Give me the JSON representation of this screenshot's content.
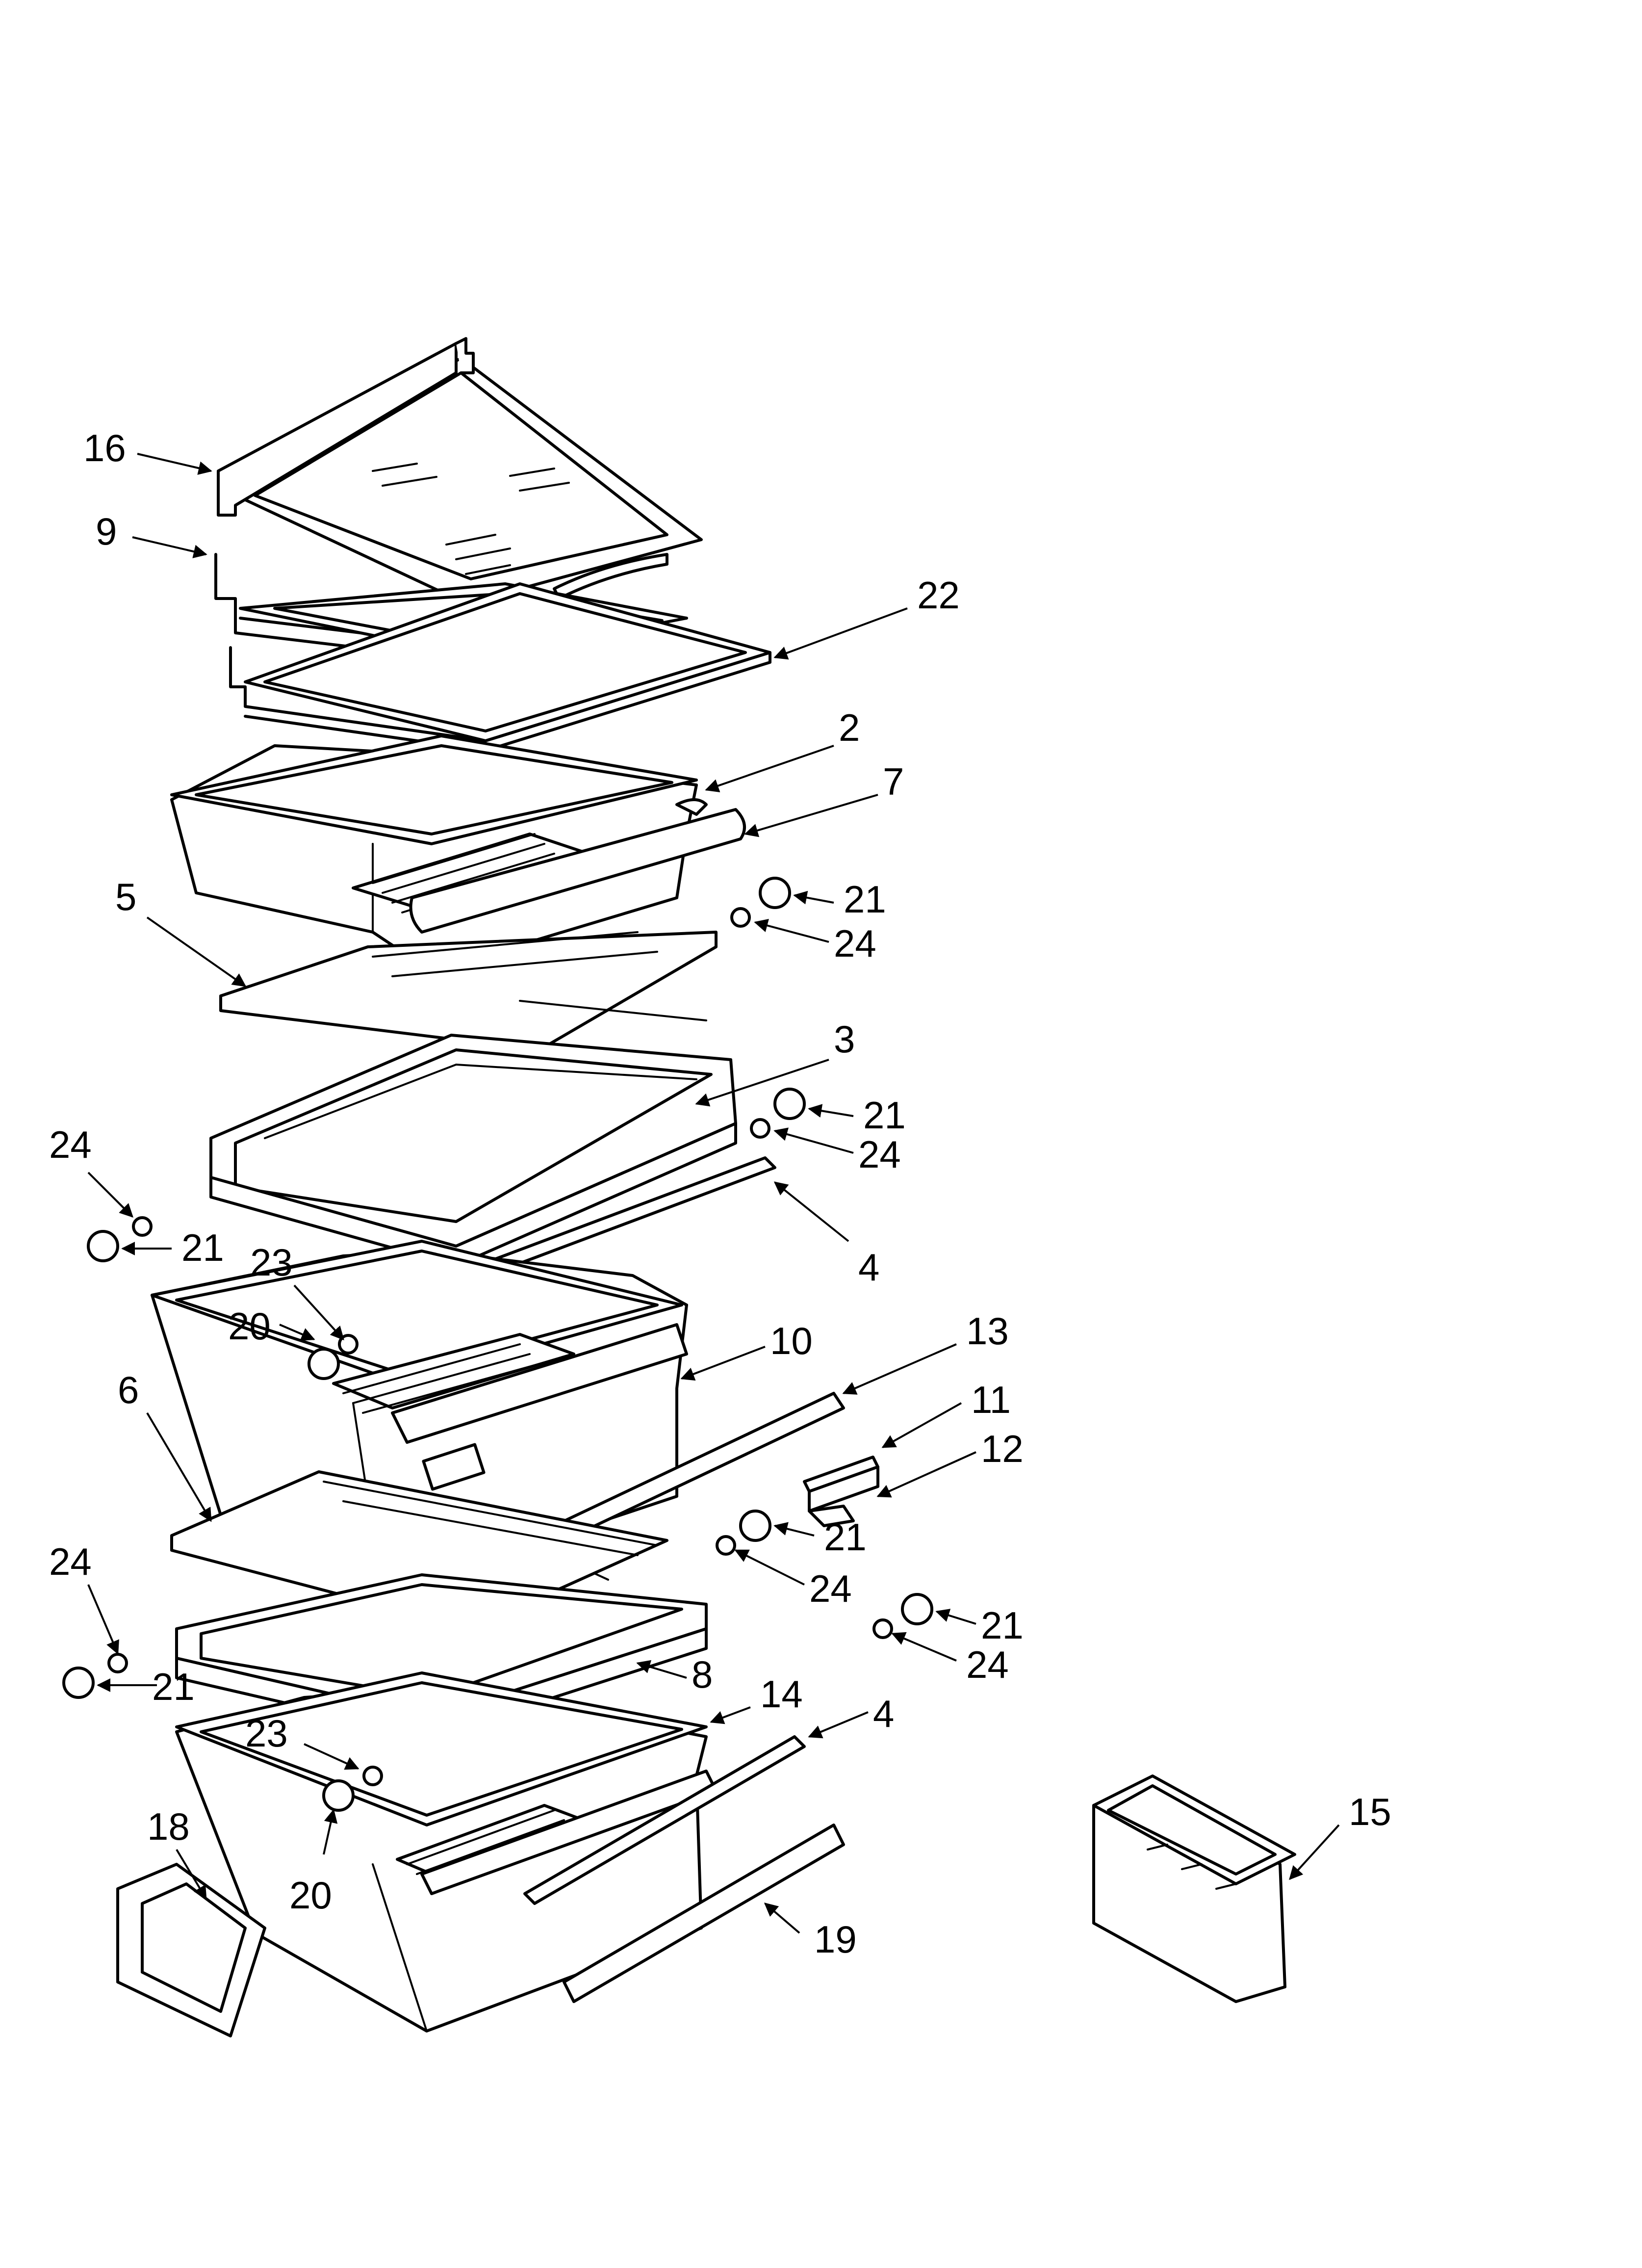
{
  "diagram": {
    "callouts": {
      "c16": "16",
      "c9": "9",
      "c22": "22",
      "c2": "2",
      "c7": "7",
      "c21a": "21",
      "c24a": "24",
      "c5": "5",
      "c3": "3",
      "c21b": "21",
      "c24b": "24",
      "c24c": "24",
      "c21c": "21",
      "c4a": "4",
      "c23a": "23",
      "c20a": "20",
      "c10": "10",
      "c13": "13",
      "c6": "6",
      "c11": "11",
      "c12": "12",
      "c21d": "21",
      "c24d": "24",
      "c24e": "24",
      "c21e": "21",
      "c24f": "24",
      "c21f": "21",
      "c8": "8",
      "c14": "14",
      "c4b": "4",
      "c23b": "23",
      "c15": "15",
      "c18": "18",
      "c20b": "20",
      "c19": "19"
    }
  }
}
